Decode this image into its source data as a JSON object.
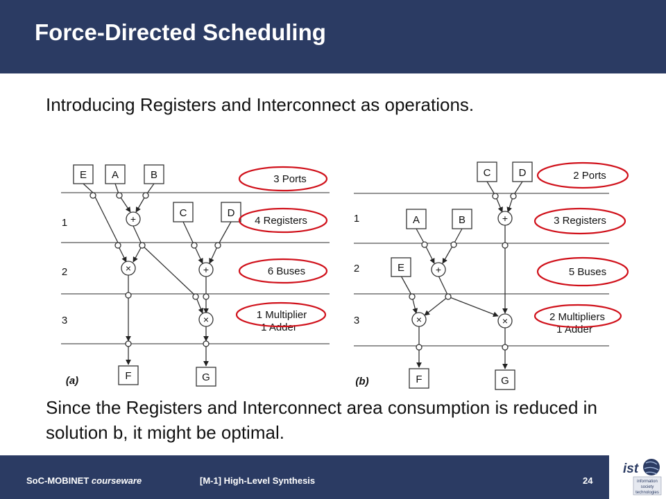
{
  "slide": {
    "title": "Force-Directed Scheduling",
    "intro": "Introducing Registers and Interconnect as operations.",
    "conclusion": "Since the Registers and Interconnect area consumption is reduced in solution b, it might be optimal."
  },
  "diagram_a": {
    "label": "(a)",
    "steps": [
      "1",
      "2",
      "3"
    ],
    "inputs": [
      "E",
      "A",
      "B",
      "C",
      "D"
    ],
    "outputs": [
      "F",
      "G"
    ],
    "ops": [
      "+",
      "×",
      "+",
      "×"
    ],
    "resources": [
      "3 Ports",
      "4 Registers",
      "6 Buses",
      "1 Multiplier",
      "1 Adder"
    ]
  },
  "diagram_b": {
    "label": "(b)",
    "steps": [
      "1",
      "2",
      "3"
    ],
    "inputs": [
      "C",
      "D",
      "A",
      "B",
      "E"
    ],
    "outputs": [
      "F",
      "G"
    ],
    "ops": [
      "+",
      "+",
      "×",
      "×"
    ],
    "resources": [
      "2 Ports",
      "3 Registers",
      "5 Buses",
      "2 Multipliers",
      "1 Adder"
    ]
  },
  "colors": {
    "header": "#2b3b63",
    "highlight": "#d0101a"
  },
  "footer": {
    "course": "SoC-MOBINET",
    "course_suffix": "courseware",
    "module": "[M-1]  High-Level Synthesis",
    "page": "24"
  },
  "logo": {
    "brand": "ist",
    "tagline_1": "information",
    "tagline_2": "society",
    "tagline_3": "technologies"
  }
}
